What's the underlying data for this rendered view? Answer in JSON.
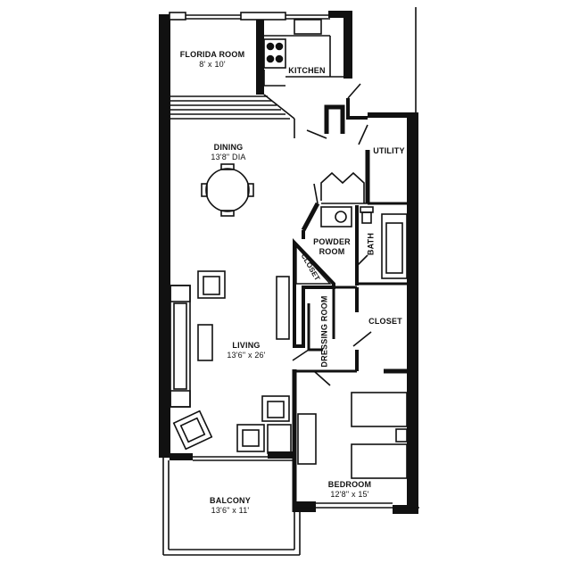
{
  "rooms": {
    "florida_room": {
      "name": "FLORIDA ROOM",
      "size": "8' x 10'"
    },
    "kitchen": {
      "name": "KITCHEN"
    },
    "dining": {
      "name": "DINING",
      "size": "13'8\" DIA"
    },
    "utility": {
      "name": "UTILITY"
    },
    "powder_room": {
      "name": "POWDER ROOM"
    },
    "bath": {
      "name": "BATH"
    },
    "closet_small": {
      "name": "CLOSET"
    },
    "closet": {
      "name": "CLOSET"
    },
    "dressing_room": {
      "name": "DRESSING ROOM"
    },
    "living": {
      "name": "LIVING",
      "size": "13'6\" x 26'"
    },
    "bedroom": {
      "name": "BEDROOM",
      "size": "12'8\" x 15'"
    },
    "balcony": {
      "name": "BALCONY",
      "size": "13'6\" x 11'"
    }
  },
  "colors": {
    "wall": "#111111",
    "background": "#ffffff"
  }
}
